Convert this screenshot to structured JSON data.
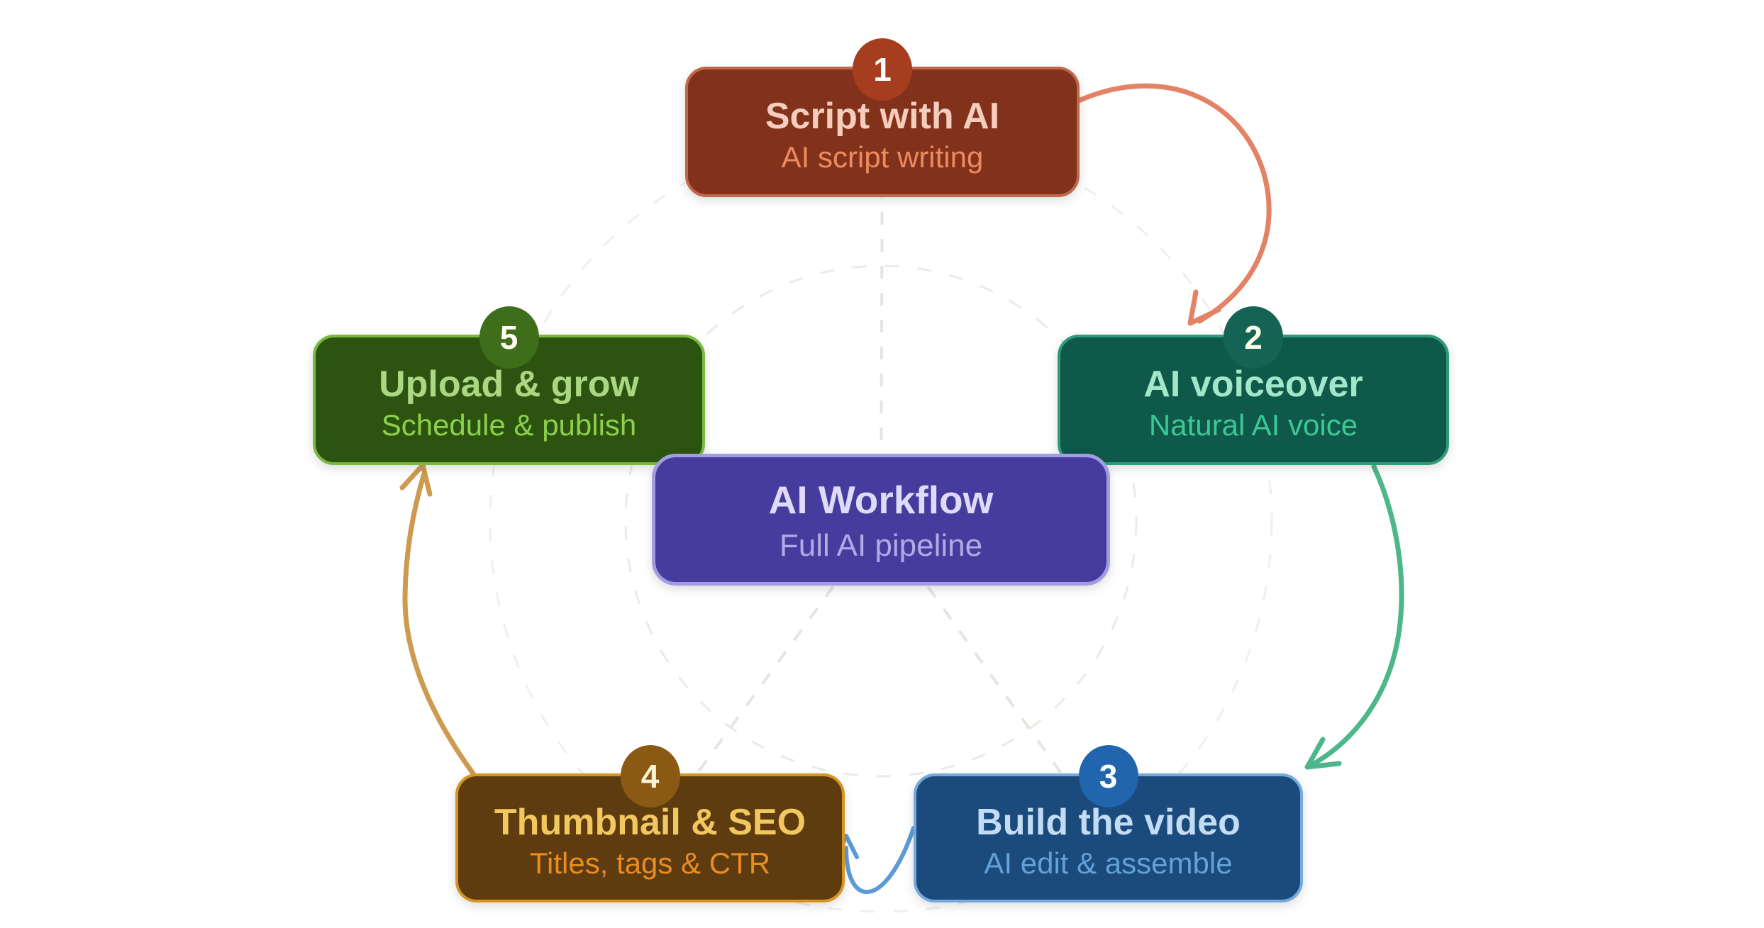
{
  "diagram": {
    "center": {
      "title": "AI Workflow",
      "subtitle": "Full AI pipeline",
      "colors": {
        "fill": "#463c9e",
        "border": "#a29ce1",
        "title": "#dedaf8",
        "subtitle": "#b2a9e7"
      }
    },
    "nodes": [
      {
        "badge": "1",
        "title": "Script with AI",
        "subtitle": "AI script writing",
        "colors": {
          "fill": "#82311b",
          "border": "#c0684a",
          "title": "#f5cdbd",
          "subtitle": "#ec8a60",
          "badge": "#a63d1f",
          "badgeText": "#ffffff"
        }
      },
      {
        "badge": "2",
        "title": "AI voiceover",
        "subtitle": "Natural AI voice",
        "colors": {
          "fill": "#0e5949",
          "border": "#2f9b7b",
          "title": "#a3e7ca",
          "subtitle": "#3cc894",
          "badge": "#156355",
          "badgeText": "#fdfbe8"
        }
      },
      {
        "badge": "3",
        "title": "Build the video",
        "subtitle": "AI edit & assemble",
        "colors": {
          "fill": "#1b4a7c",
          "border": "#74a9dc",
          "title": "#c2dcf4",
          "subtitle": "#64a1d9",
          "badge": "#2065ae",
          "badgeText": "#ffffff"
        }
      },
      {
        "badge": "4",
        "title": "Thumbnail & SEO",
        "subtitle": "Titles, tags & CTR",
        "colors": {
          "fill": "#5e3c10",
          "border": "#d69420",
          "title": "#f2c75f",
          "subtitle": "#e98c22",
          "badge": "#8a5a14",
          "badgeText": "#fdf2d4"
        }
      },
      {
        "badge": "5",
        "title": "Upload & grow",
        "subtitle": "Schedule & publish",
        "colors": {
          "fill": "#2c5310",
          "border": "#7ab940",
          "title": "#aad781",
          "subtitle": "#8dd04b",
          "badge": "#3f6e1b",
          "badgeText": "#fdfdf2"
        }
      }
    ],
    "arrows": [
      {
        "name": "step1-to-step2",
        "color": "#e58266"
      },
      {
        "name": "step2-to-step3",
        "color": "#4db78a"
      },
      {
        "name": "step3-to-step4",
        "color": "#5b9bd5"
      },
      {
        "name": "step4-to-step5",
        "color": "#cd9a4f"
      }
    ],
    "guides": {
      "outer_circle_color": "#f1efeb",
      "inner_circle_color": "#eceae6",
      "spoke_color": "#e7e4e0"
    }
  }
}
